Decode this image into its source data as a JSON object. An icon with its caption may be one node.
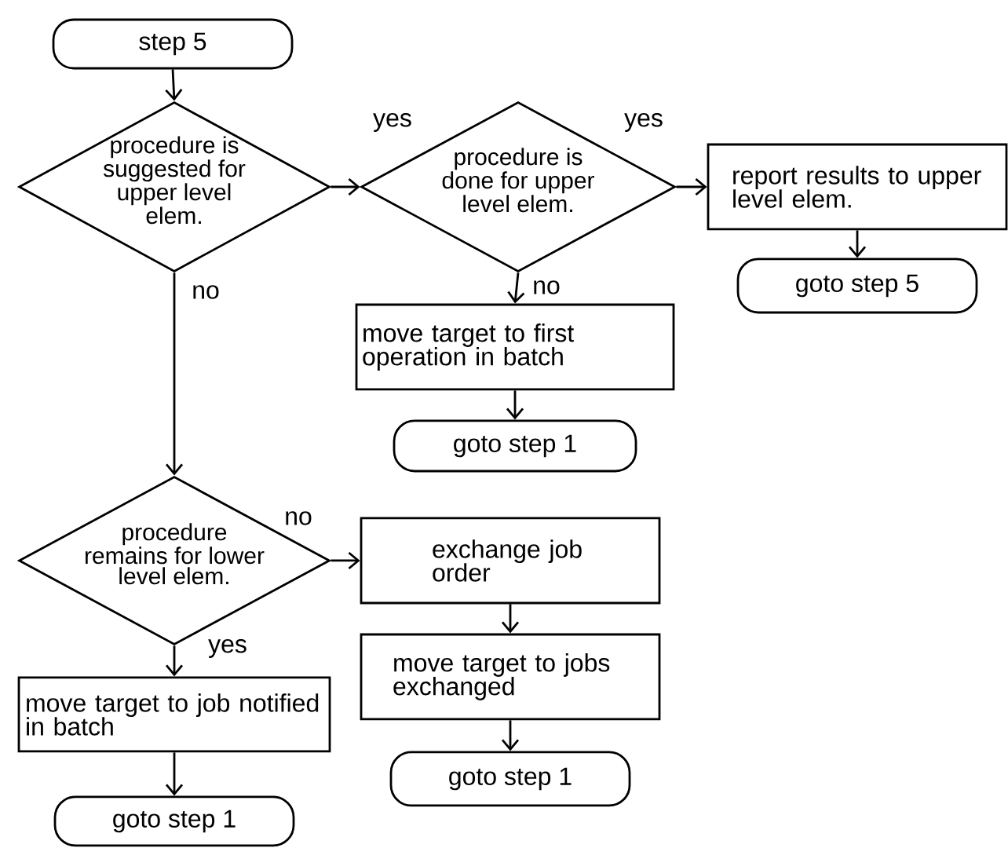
{
  "diagram": {
    "nodes": [
      {
        "text": [
          "step 5"
        ]
      },
      {
        "text": [
          "procedure is suggested for upper level elem."
        ]
      },
      {
        "text": [
          "procedure is done for upper level elem."
        ]
      },
      {
        "text": [
          "report results to upper level elem."
        ]
      },
      {
        "text": [
          "goto step 5"
        ]
      },
      {
        "text": [
          "move target to first operation in batch"
        ]
      },
      {
        "text": [
          "goto step 1"
        ]
      },
      {
        "text": [
          "procedure remains for lower level elem."
        ]
      },
      {
        "text": [
          "exchange job order"
        ]
      },
      {
        "text": [
          "move target to jobs exchanged"
        ]
      },
      {
        "text": [
          "goto step 1"
        ]
      },
      {
        "text": [
          "move target to job notified in batch"
        ]
      },
      {
        "text": [
          "goto step 1"
        ]
      }
    ],
    "edges": [
      {
        "from": 0,
        "to": 1,
        "arrow": "to"
      },
      {
        "from": 1,
        "to": 2,
        "arrow": "to",
        "label": "yes"
      },
      {
        "from": 2,
        "to": 3,
        "arrow": "to",
        "label": "yes"
      },
      {
        "from": 3,
        "to": 4,
        "arrow": "to"
      },
      {
        "from": 2,
        "to": 5,
        "arrow": "to",
        "label": "no"
      },
      {
        "from": 5,
        "to": 6,
        "arrow": "to"
      },
      {
        "from": 1,
        "to": 7,
        "arrow": "to",
        "label": "no"
      },
      {
        "from": 7,
        "to": 8,
        "arrow": "to",
        "label": "no"
      },
      {
        "from": 8,
        "to": 9,
        "arrow": "to"
      },
      {
        "from": 9,
        "to": 10,
        "arrow": "to"
      },
      {
        "from": 7,
        "to": 11,
        "arrow": "to",
        "label": "yes"
      },
      {
        "from": 11,
        "to": 12,
        "arrow": "to"
      }
    ]
  }
}
